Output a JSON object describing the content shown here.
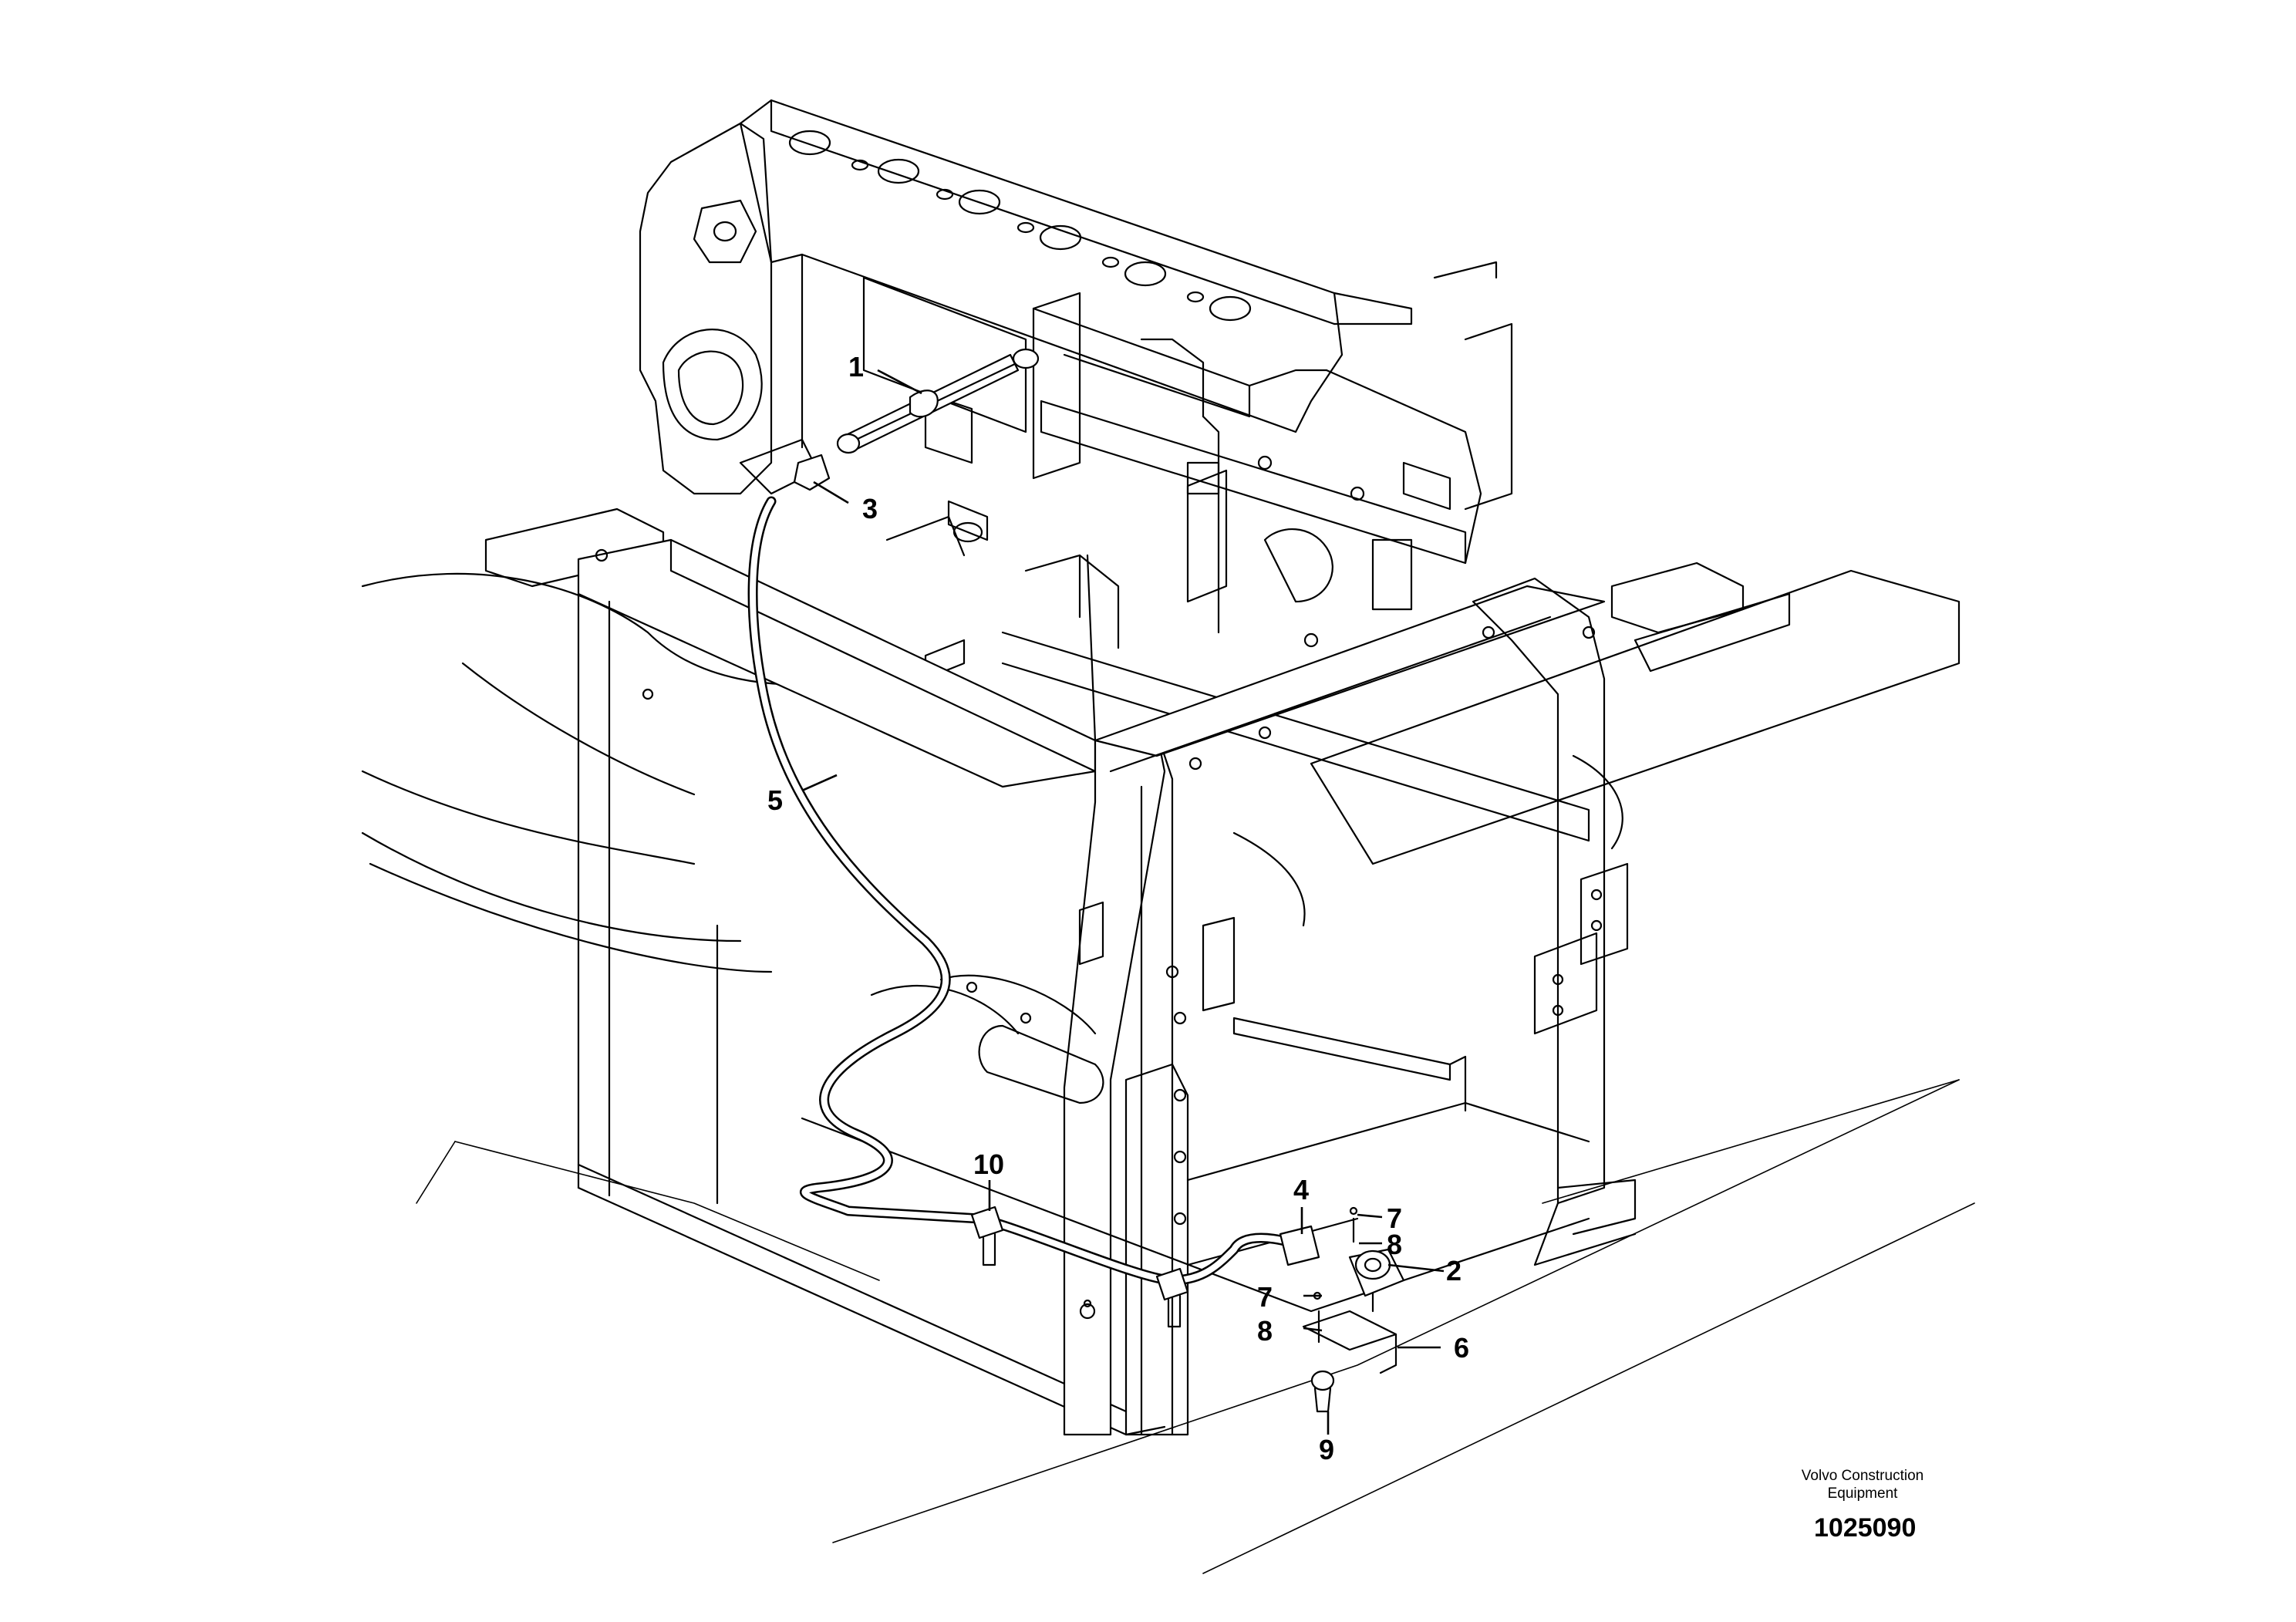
{
  "callouts": {
    "c1": "1",
    "c2": "2",
    "c3": "3",
    "c4": "4",
    "c5": "5",
    "c6": "6",
    "c7a": "7",
    "c7b": "7",
    "c8a": "8",
    "c8b": "8",
    "c9": "9",
    "c10": "10"
  },
  "footer": {
    "brand_line1": "Volvo Construction",
    "brand_line2": "Equipment",
    "drawing_number": "1025090"
  }
}
